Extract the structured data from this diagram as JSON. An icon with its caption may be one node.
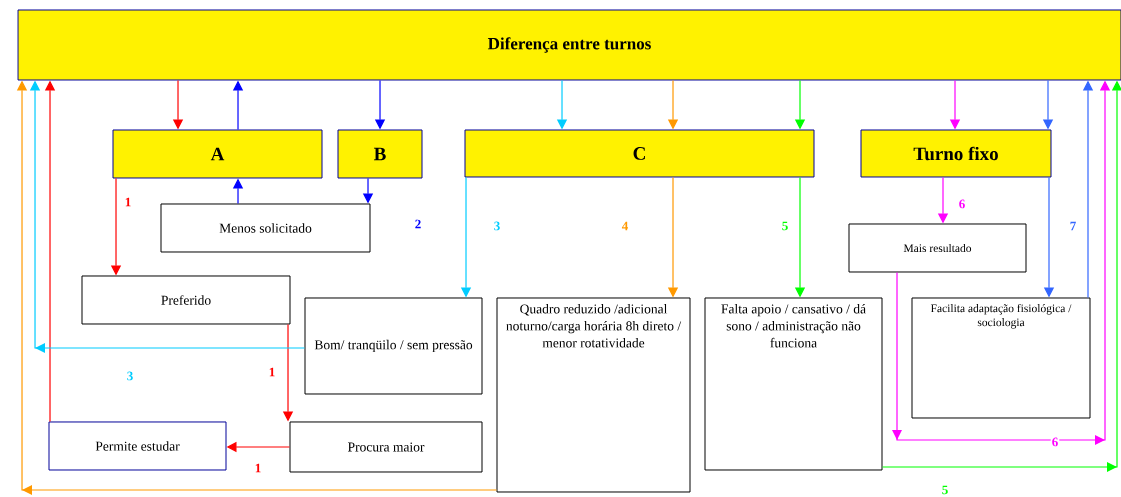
{
  "diagram": {
    "nodes": [
      {
        "text": [
          "Diferença entre turnos"
        ]
      },
      {
        "text": [
          "A"
        ]
      },
      {
        "text": [
          "B"
        ]
      },
      {
        "text": [
          "C"
        ]
      },
      {
        "text": [
          "Turno fixo"
        ]
      },
      {
        "text": [
          "Menos solicitado"
        ]
      },
      {
        "text": [
          "Preferido"
        ]
      },
      {
        "text": [
          "Bom/ tranqüilo / sem pressão"
        ]
      },
      {
        "text": [
          "Quadro reduzido /adicional noturno/carga horária 8h direto / menor rotatividade"
        ]
      },
      {
        "text": [
          "Falta apoio / cansativo / dá sono / administração não funciona"
        ]
      },
      {
        "text": [
          "Mais resultado"
        ]
      },
      {
        "text": [
          "Facilita adaptação fisiológica / sociologia"
        ]
      },
      {
        "text": [
          "Permite estudar"
        ]
      },
      {
        "text": [
          "Procura maior"
        ]
      }
    ],
    "edges": [
      {
        "from": 0,
        "to": 1,
        "arrow": "to",
        "color": "#ff0000"
      },
      {
        "from": 1,
        "to": 0,
        "arrow": "to",
        "color": "#0000ff"
      },
      {
        "from": 0,
        "to": 2,
        "arrow": "to",
        "color": "#0000ff"
      },
      {
        "from": 0,
        "to": 3,
        "arrow": "to",
        "color": "#00ccff"
      },
      {
        "from": 0,
        "to": 3,
        "arrow": "to",
        "color": "#ff9900"
      },
      {
        "from": 0,
        "to": 3,
        "arrow": "to",
        "color": "#00ff00"
      },
      {
        "from": 0,
        "to": 4,
        "arrow": "to",
        "color": "#ff00ff"
      },
      {
        "from": 0,
        "to": 4,
        "arrow": "to",
        "color": "#3366ff"
      },
      {
        "from": 5,
        "to": 1,
        "arrow": "to",
        "color": "#0000ff"
      },
      {
        "from": 2,
        "to": 5,
        "arrow": "to",
        "color": "#0000ff",
        "label": "2"
      },
      {
        "from": 1,
        "to": 6,
        "arrow": "to",
        "color": "#ff0000",
        "label": "1"
      },
      {
        "from": 6,
        "to": 13,
        "arrow": "to",
        "color": "#ff0000",
        "label": "1"
      },
      {
        "from": 13,
        "to": 12,
        "arrow": "to",
        "color": "#ff0000",
        "label": "1"
      },
      {
        "from": 12,
        "to": 0,
        "arrow": "to",
        "color": "#ff0000"
      },
      {
        "from": 3,
        "to": 7,
        "arrow": "to",
        "color": "#00ccff",
        "label": "3"
      },
      {
        "from": 7,
        "to": 0,
        "arrow": "to",
        "color": "#00ccff",
        "label": "3"
      },
      {
        "from": 3,
        "to": 8,
        "arrow": "to",
        "color": "#ff9900",
        "label": "4"
      },
      {
        "from": 8,
        "to": 0,
        "arrow": "to",
        "color": "#ff9900"
      },
      {
        "from": 3,
        "to": 9,
        "arrow": "to",
        "color": "#00ff00",
        "label": "5"
      },
      {
        "from": 9,
        "to": 0,
        "arrow": "to",
        "color": "#00ff00",
        "label": "5"
      },
      {
        "from": 4,
        "to": 10,
        "arrow": "to",
        "color": "#ff00ff",
        "label": "6"
      },
      {
        "from": 10,
        "to": 0,
        "arrow": "to",
        "color": "#ff00ff",
        "label": "6"
      },
      {
        "from": 4,
        "to": 11,
        "arrow": "to",
        "color": "#3366ff",
        "label": "7"
      },
      {
        "from": 11,
        "to": 0,
        "arrow": "to",
        "color": "#3366ff"
      }
    ]
  }
}
